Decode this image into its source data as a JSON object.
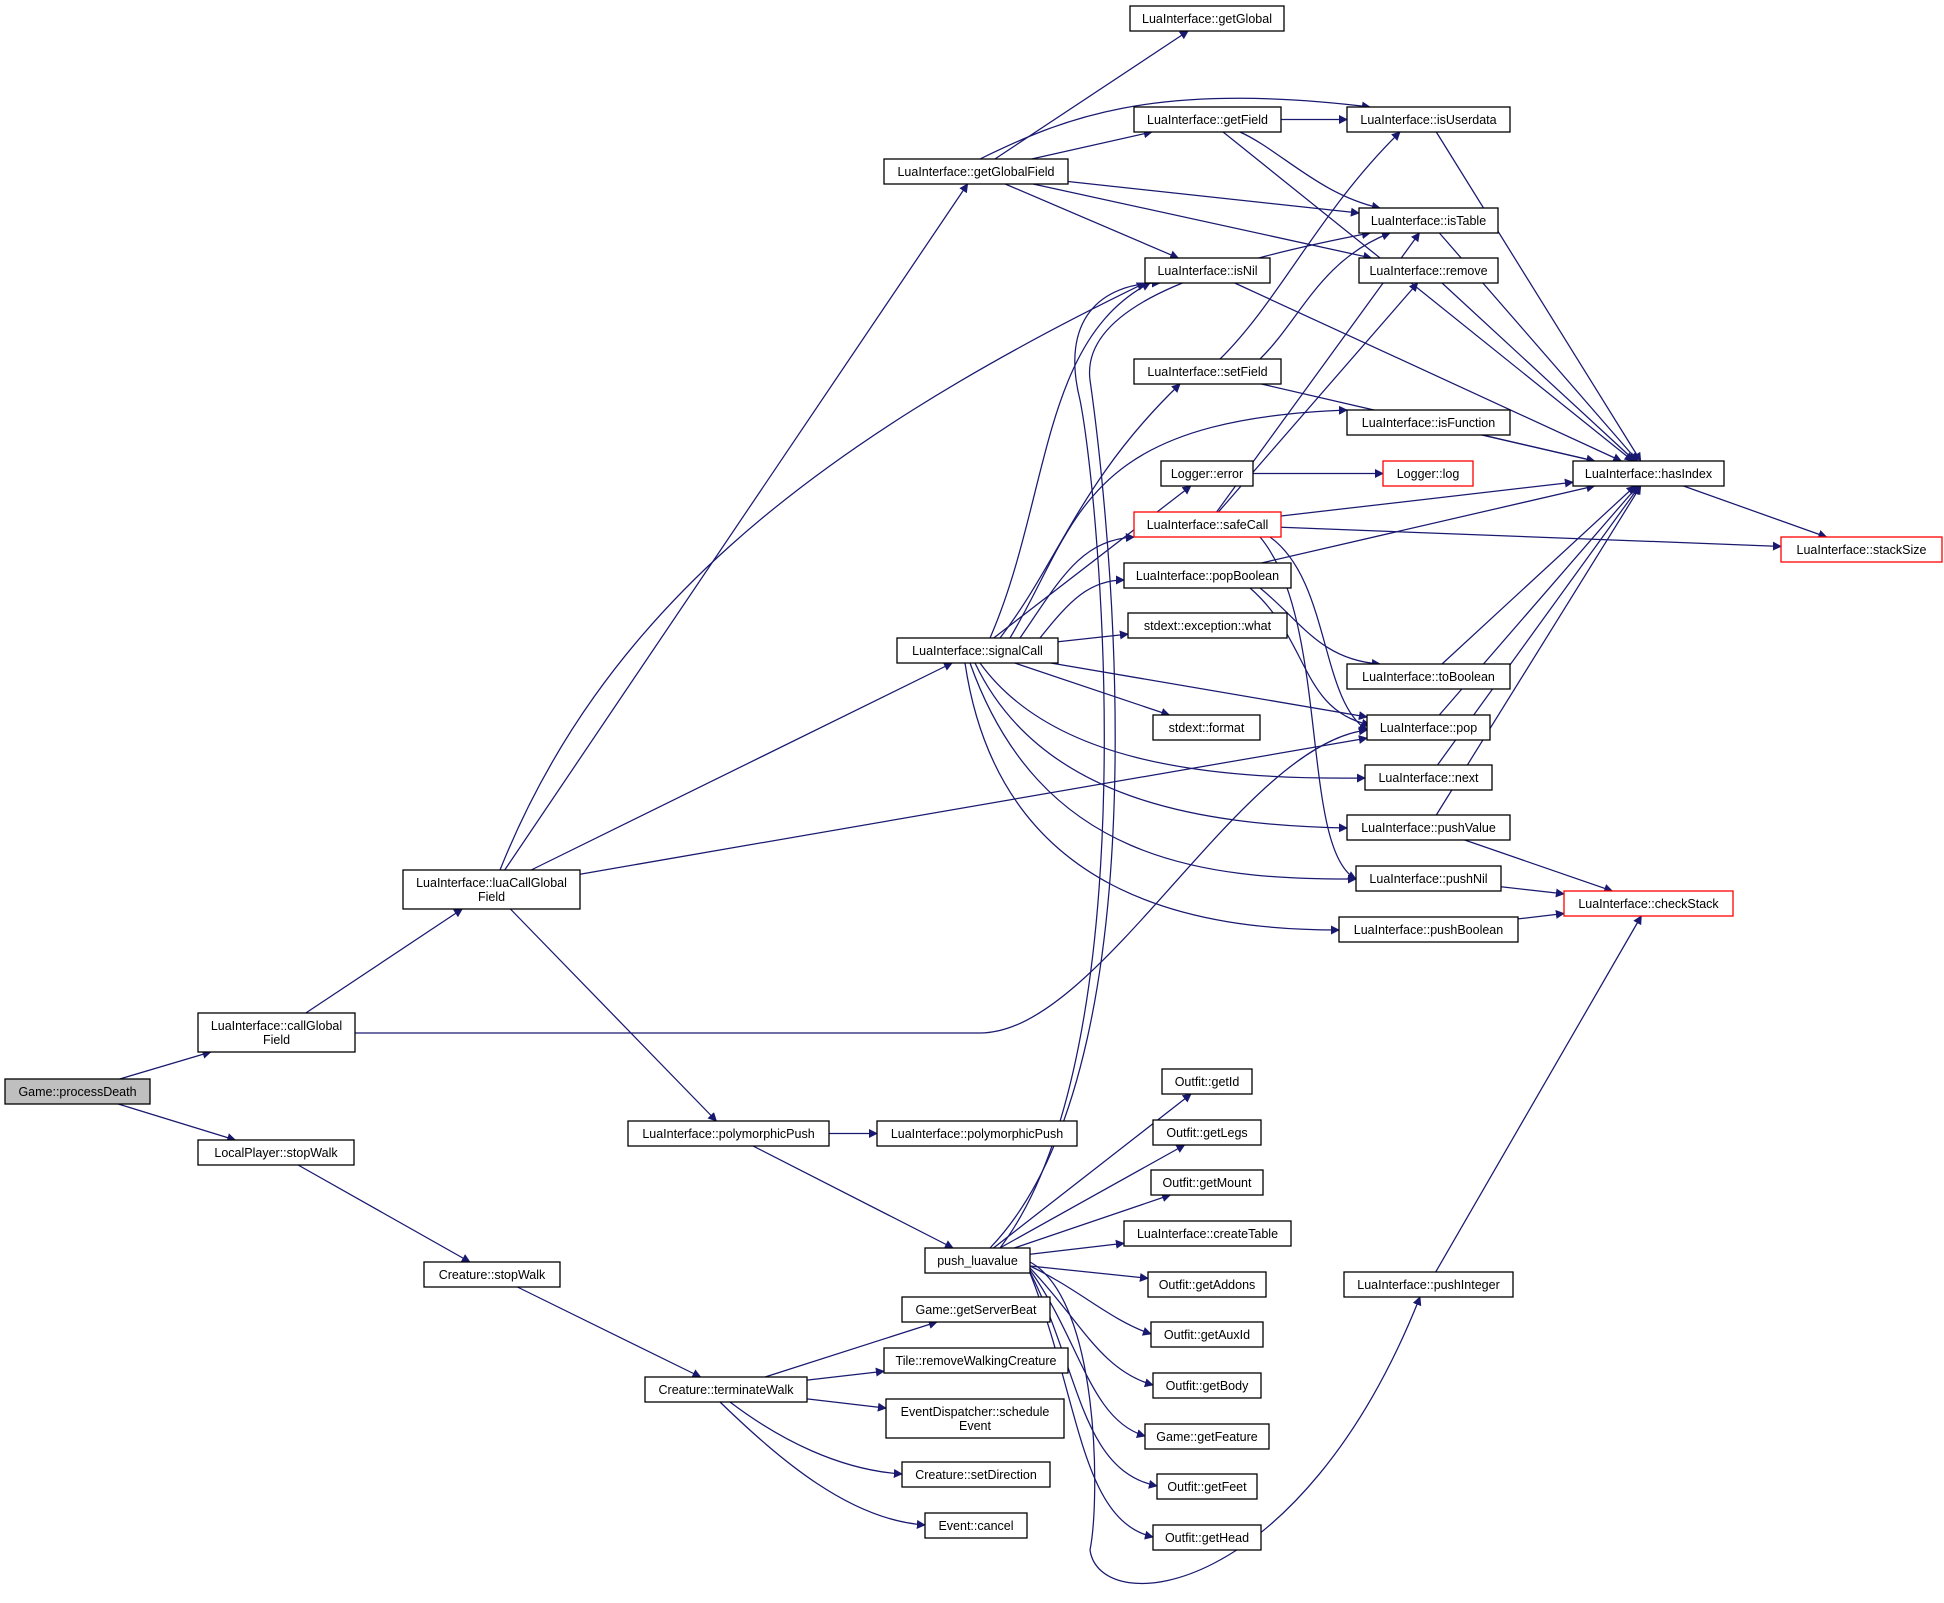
{
  "nodes": [
    {
      "id": "processDeath",
      "lines": [
        "Game::processDeath"
      ],
      "style": "root"
    },
    {
      "id": "callGlobalField",
      "lines": [
        "LuaInterface::callGlobal",
        "Field"
      ]
    },
    {
      "id": "stopWalkLP",
      "lines": [
        "LocalPlayer::stopWalk"
      ]
    },
    {
      "id": "luaCallGlobalField",
      "lines": [
        "LuaInterface::luaCallGlobal",
        "Field"
      ]
    },
    {
      "id": "stopWalkCr",
      "lines": [
        "Creature::stopWalk"
      ]
    },
    {
      "id": "getGlobalField",
      "lines": [
        "LuaInterface::getGlobalField"
      ]
    },
    {
      "id": "signalCall",
      "lines": [
        "LuaInterface::signalCall"
      ]
    },
    {
      "id": "polymorphicPush1",
      "lines": [
        "LuaInterface::polymorphicPush"
      ]
    },
    {
      "id": "polymorphicPush2",
      "lines": [
        "LuaInterface::polymorphicPush"
      ]
    },
    {
      "id": "push_luavalue",
      "lines": [
        "push_luavalue"
      ]
    },
    {
      "id": "terminateWalk",
      "lines": [
        "Creature::terminateWalk"
      ]
    },
    {
      "id": "getGlobal",
      "lines": [
        "LuaInterface::getGlobal"
      ]
    },
    {
      "id": "getField",
      "lines": [
        "LuaInterface::getField"
      ]
    },
    {
      "id": "isNil",
      "lines": [
        "LuaInterface::isNil"
      ]
    },
    {
      "id": "setField",
      "lines": [
        "LuaInterface::setField"
      ]
    },
    {
      "id": "loggerError",
      "lines": [
        "Logger::error"
      ]
    },
    {
      "id": "safeCall",
      "lines": [
        "LuaInterface::safeCall"
      ],
      "style": "trunc"
    },
    {
      "id": "popBoolean",
      "lines": [
        "LuaInterface::popBoolean"
      ]
    },
    {
      "id": "what",
      "lines": [
        "stdext::exception::what"
      ]
    },
    {
      "id": "format",
      "lines": [
        "stdext::format"
      ]
    },
    {
      "id": "isUserdata",
      "lines": [
        "LuaInterface::isUserdata"
      ]
    },
    {
      "id": "isTable",
      "lines": [
        "LuaInterface::isTable"
      ]
    },
    {
      "id": "remove",
      "lines": [
        "LuaInterface::remove"
      ]
    },
    {
      "id": "isFunction",
      "lines": [
        "LuaInterface::isFunction"
      ]
    },
    {
      "id": "loggerLog",
      "lines": [
        "Logger::log"
      ],
      "style": "trunc"
    },
    {
      "id": "toBoolean",
      "lines": [
        "LuaInterface::toBoolean"
      ]
    },
    {
      "id": "pop",
      "lines": [
        "LuaInterface::pop"
      ]
    },
    {
      "id": "next",
      "lines": [
        "LuaInterface::next"
      ]
    },
    {
      "id": "pushValue",
      "lines": [
        "LuaInterface::pushValue"
      ]
    },
    {
      "id": "pushNil",
      "lines": [
        "LuaInterface::pushNil"
      ]
    },
    {
      "id": "pushBoolean",
      "lines": [
        "LuaInterface::pushBoolean"
      ]
    },
    {
      "id": "hasIndex",
      "lines": [
        "LuaInterface::hasIndex"
      ]
    },
    {
      "id": "stackSize",
      "lines": [
        "LuaInterface::stackSize"
      ],
      "style": "trunc"
    },
    {
      "id": "checkStack",
      "lines": [
        "LuaInterface::checkStack"
      ],
      "style": "trunc"
    },
    {
      "id": "pushInteger",
      "lines": [
        "LuaInterface::pushInteger"
      ]
    },
    {
      "id": "getId",
      "lines": [
        "Outfit::getId"
      ]
    },
    {
      "id": "getLegs",
      "lines": [
        "Outfit::getLegs"
      ]
    },
    {
      "id": "getMount",
      "lines": [
        "Outfit::getMount"
      ]
    },
    {
      "id": "createTable",
      "lines": [
        "LuaInterface::createTable"
      ]
    },
    {
      "id": "getAddons",
      "lines": [
        "Outfit::getAddons"
      ]
    },
    {
      "id": "getAuxId",
      "lines": [
        "Outfit::getAuxId"
      ]
    },
    {
      "id": "getBody",
      "lines": [
        "Outfit::getBody"
      ]
    },
    {
      "id": "getFeature",
      "lines": [
        "Game::getFeature"
      ]
    },
    {
      "id": "getFeet",
      "lines": [
        "Outfit::getFeet"
      ]
    },
    {
      "id": "getHead",
      "lines": [
        "Outfit::getHead"
      ]
    },
    {
      "id": "getServerBeat",
      "lines": [
        "Game::getServerBeat"
      ]
    },
    {
      "id": "removeWalkingCreature",
      "lines": [
        "Tile::removeWalkingCreature"
      ]
    },
    {
      "id": "scheduleEvent",
      "lines": [
        "EventDispatcher::schedule",
        "Event"
      ]
    },
    {
      "id": "setDirection",
      "lines": [
        "Creature::setDirection"
      ]
    },
    {
      "id": "eventCancel",
      "lines": [
        "Event::cancel"
      ]
    }
  ],
  "edges": [
    [
      "processDeath",
      "callGlobalField"
    ],
    [
      "processDeath",
      "stopWalkLP"
    ],
    [
      "callGlobalField",
      "luaCallGlobalField"
    ],
    [
      "callGlobalField",
      "pop"
    ],
    [
      "stopWalkLP",
      "stopWalkCr"
    ],
    [
      "luaCallGlobalField",
      "getGlobalField"
    ],
    [
      "luaCallGlobalField",
      "isNil"
    ],
    [
      "luaCallGlobalField",
      "signalCall"
    ],
    [
      "luaCallGlobalField",
      "pop"
    ],
    [
      "luaCallGlobalField",
      "polymorphicPush1"
    ],
    [
      "stopWalkCr",
      "terminateWalk"
    ],
    [
      "getGlobalField",
      "getGlobal"
    ],
    [
      "getGlobalField",
      "getField"
    ],
    [
      "getGlobalField",
      "isUserdata"
    ],
    [
      "getGlobalField",
      "isTable"
    ],
    [
      "getGlobalField",
      "isNil"
    ],
    [
      "getGlobalField",
      "remove"
    ],
    [
      "getField",
      "isUserdata"
    ],
    [
      "getField",
      "isTable"
    ],
    [
      "getField",
      "hasIndex"
    ],
    [
      "isNil",
      "hasIndex"
    ],
    [
      "setField",
      "isUserdata"
    ],
    [
      "setField",
      "isTable"
    ],
    [
      "setField",
      "hasIndex"
    ],
    [
      "isUserdata",
      "hasIndex"
    ],
    [
      "isTable",
      "hasIndex"
    ],
    [
      "remove",
      "hasIndex"
    ],
    [
      "isFunction",
      "hasIndex"
    ],
    [
      "hasIndex",
      "stackSize"
    ],
    [
      "loggerError",
      "loggerLog"
    ],
    [
      "safeCall",
      "isTable"
    ],
    [
      "safeCall",
      "remove"
    ],
    [
      "safeCall",
      "hasIndex"
    ],
    [
      "safeCall",
      "stackSize"
    ],
    [
      "safeCall",
      "pop"
    ],
    [
      "safeCall",
      "pushNil"
    ],
    [
      "popBoolean",
      "toBoolean"
    ],
    [
      "popBoolean",
      "pop"
    ],
    [
      "popBoolean",
      "hasIndex"
    ],
    [
      "toBoolean",
      "hasIndex"
    ],
    [
      "pop",
      "hasIndex"
    ],
    [
      "next",
      "hasIndex"
    ],
    [
      "pushValue",
      "hasIndex"
    ],
    [
      "pushValue",
      "checkStack"
    ],
    [
      "pushNil",
      "checkStack"
    ],
    [
      "pushBoolean",
      "checkStack"
    ],
    [
      "pushInteger",
      "checkStack"
    ],
    [
      "signalCall",
      "isNil"
    ],
    [
      "signalCall",
      "setField"
    ],
    [
      "signalCall",
      "isFunction"
    ],
    [
      "signalCall",
      "loggerError"
    ],
    [
      "signalCall",
      "safeCall"
    ],
    [
      "signalCall",
      "popBoolean"
    ],
    [
      "signalCall",
      "what"
    ],
    [
      "signalCall",
      "format"
    ],
    [
      "signalCall",
      "pop"
    ],
    [
      "signalCall",
      "next"
    ],
    [
      "signalCall",
      "pushValue"
    ],
    [
      "signalCall",
      "pushNil"
    ],
    [
      "signalCall",
      "pushBoolean"
    ],
    [
      "polymorphicPush1",
      "polymorphicPush2"
    ],
    [
      "polymorphicPush1",
      "push_luavalue"
    ],
    [
      "push_luavalue",
      "isNil"
    ],
    [
      "push_luavalue",
      "isTable"
    ],
    [
      "push_luavalue",
      "pushInteger"
    ],
    [
      "push_luavalue",
      "getId"
    ],
    [
      "push_luavalue",
      "getLegs"
    ],
    [
      "push_luavalue",
      "getMount"
    ],
    [
      "push_luavalue",
      "createTable"
    ],
    [
      "push_luavalue",
      "getAddons"
    ],
    [
      "push_luavalue",
      "getAuxId"
    ],
    [
      "push_luavalue",
      "getBody"
    ],
    [
      "push_luavalue",
      "getFeature"
    ],
    [
      "push_luavalue",
      "getFeet"
    ],
    [
      "push_luavalue",
      "getHead"
    ],
    [
      "terminateWalk",
      "getServerBeat"
    ],
    [
      "terminateWalk",
      "removeWalkingCreature"
    ],
    [
      "terminateWalk",
      "scheduleEvent"
    ],
    [
      "terminateWalk",
      "setDirection"
    ],
    [
      "terminateWalk",
      "eventCancel"
    ]
  ]
}
